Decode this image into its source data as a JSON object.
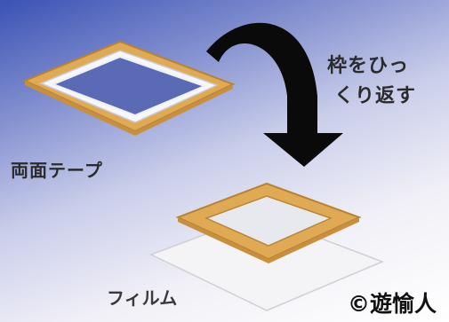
{
  "labels": {
    "flip_line1": "枠をひっ",
    "flip_line2": "くり返す",
    "tape": "両面テープ",
    "film": "フィルム"
  },
  "credit": "©遊愉人",
  "colors": {
    "frame_wood": "#e0aa55",
    "frame_edge": "#b98232",
    "arrow": "#0a0a0a",
    "film": "#f4f4f6"
  },
  "icons": [
    "curved-arrow-icon"
  ]
}
